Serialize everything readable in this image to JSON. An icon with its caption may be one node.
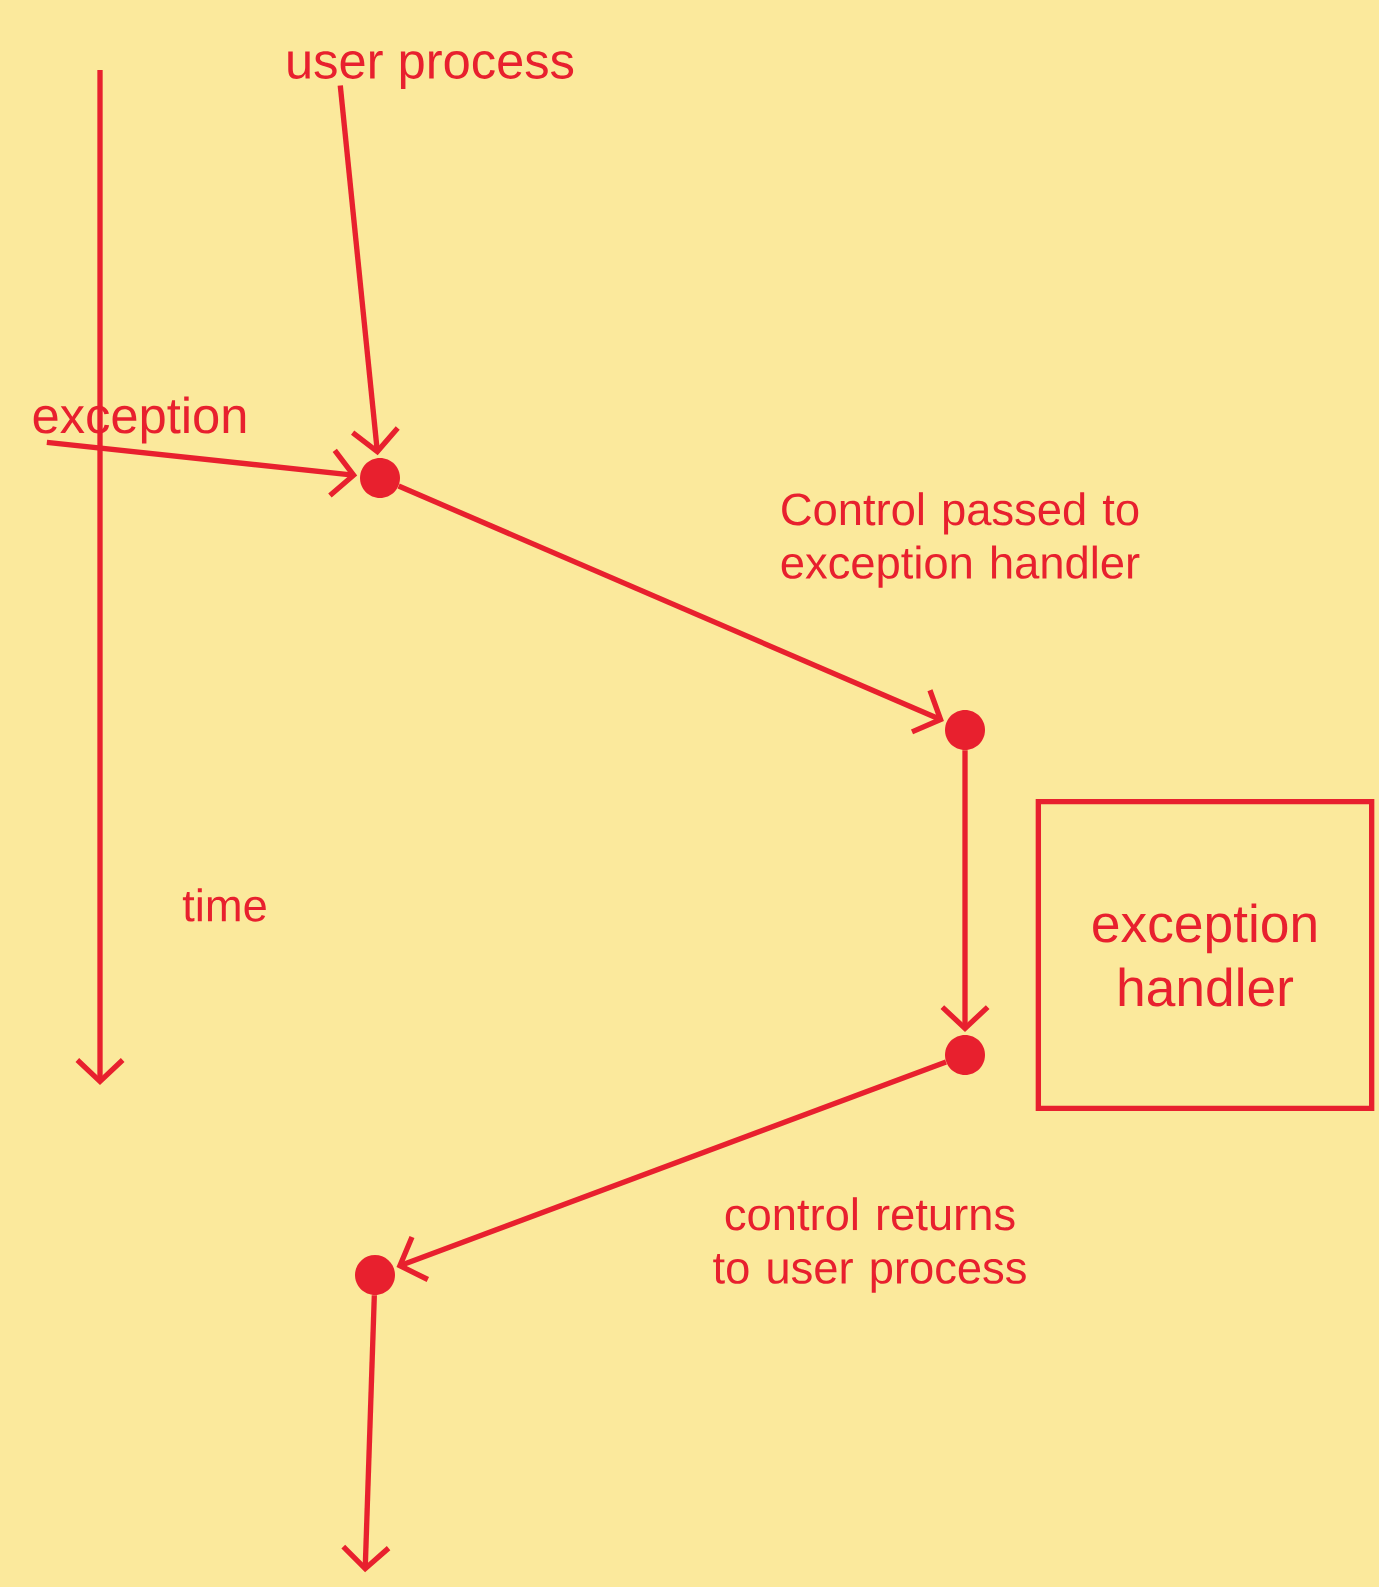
{
  "diagram": {
    "nodes": [
      {
        "text": [
          "user process"
        ]
      },
      {
        "text": [
          "exception"
        ]
      },
      {
        "text": [],
        "shape": "circle"
      },
      {
        "text": [],
        "shape": "circle"
      },
      {
        "text": [
          "exception handler"
        ]
      },
      {
        "text": [],
        "shape": "circle"
      },
      {
        "text": [],
        "shape": "circle"
      }
    ],
    "edges": [
      {
        "from": 0,
        "to": 2,
        "arrow": "to"
      },
      {
        "from": 1,
        "to": 2,
        "arrow": "to"
      },
      {
        "from": 2,
        "to": 3,
        "arrow": "to",
        "label": "Control passed to exception handler"
      },
      {
        "from": 3,
        "to": 5,
        "arrow": "to"
      },
      {
        "from": 5,
        "to": 6,
        "arrow": "to",
        "label": "control returns to user process"
      },
      {
        "from": 6,
        "to": null,
        "arrow": "to"
      }
    ],
    "labels": [
      "time"
    ]
  }
}
